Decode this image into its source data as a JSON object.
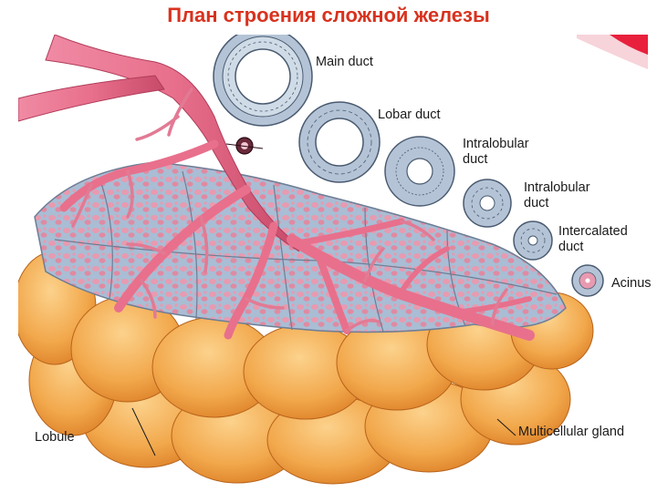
{
  "title": "План строения сложной железы",
  "colors": {
    "title": "#d8321e",
    "lobe_fill": "#f2a84c",
    "lobe_shadow": "#d97a22",
    "acini": "#e89ab0",
    "interstitium": "#a9bdd4",
    "duct": "#e8708c",
    "duct_dark": "#c84a6a",
    "corner_accent": "#e8203c"
  },
  "labels": {
    "main_duct": "Main duct",
    "lobar_duct": "Lobar duct",
    "intralobular_duct_1_line1": "Intralobular",
    "intralobular_duct_1_line2": "duct",
    "intralobular_duct_2_line1": "Intralobular",
    "intralobular_duct_2_line2": "duct",
    "intercalated_duct_line1": "Intercalated",
    "intercalated_duct_line2": "duct",
    "acinus": "Acinus",
    "lobule": "Lobule",
    "multicellular_gland": "Multicellular gland"
  }
}
